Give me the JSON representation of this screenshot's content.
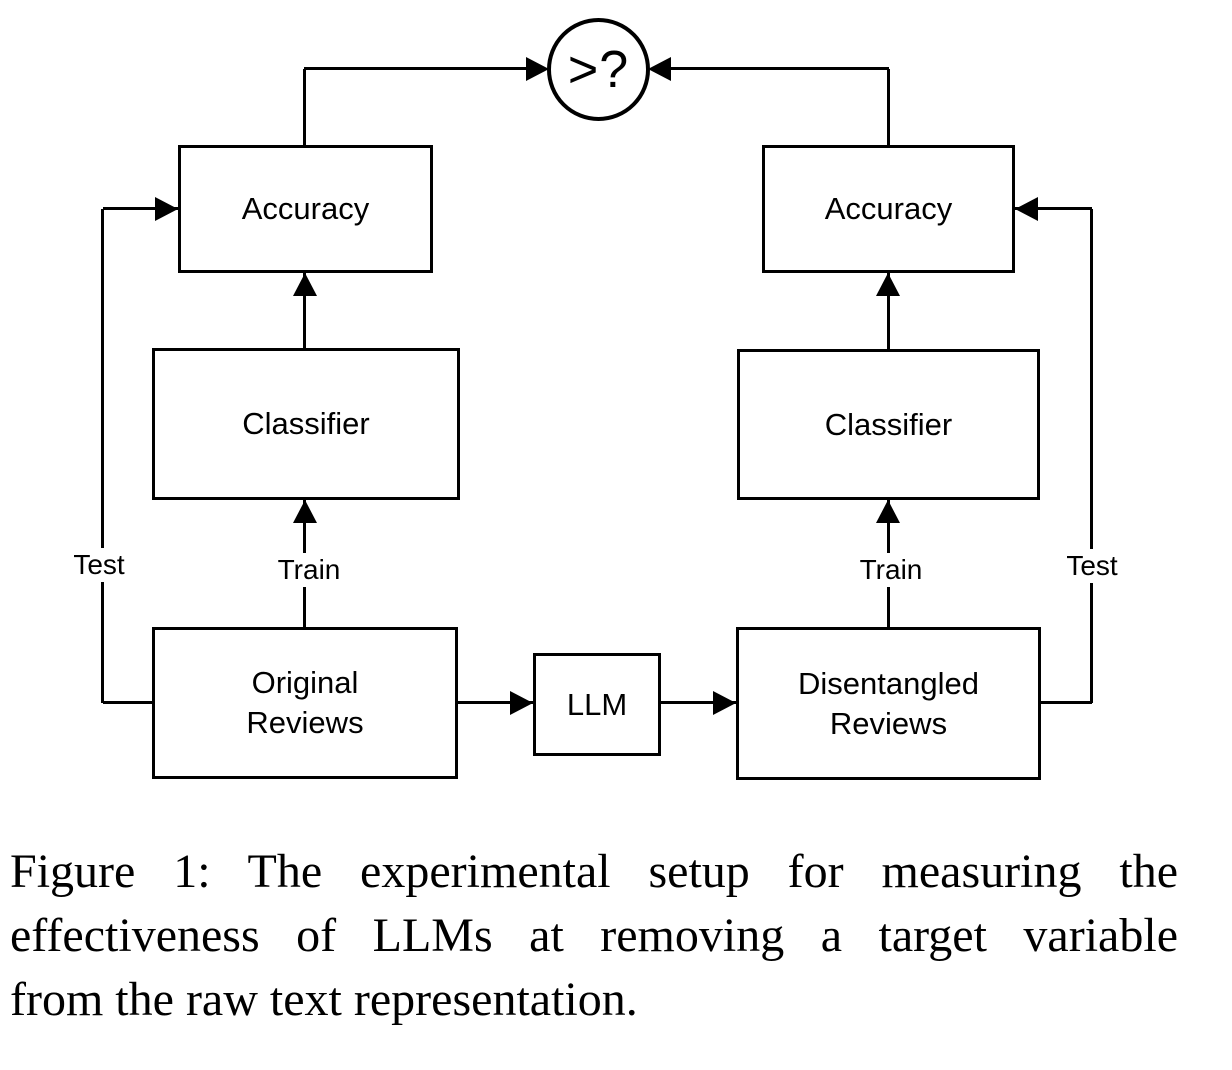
{
  "figure": {
    "comparator_label": ">?",
    "nodes": {
      "accuracy_left": "Accuracy",
      "classifier_left": "Classifier",
      "original_line1": "Original",
      "original_line2": "Reviews",
      "llm": "LLM",
      "disentangled_line1": "Disentangled",
      "disentangled_line2": "Reviews",
      "classifier_right": "Classifier",
      "accuracy_right": "Accuracy"
    },
    "edge_labels": {
      "test_left": "Test",
      "train_left": "Train",
      "train_right": "Train",
      "test_right": "Test"
    }
  },
  "caption": {
    "line1": "Figure 1:  The experimental setup for measuring the",
    "line2": "effectiveness of LLMs at removing a target variable",
    "line3": "from the raw text representation."
  },
  "colors": {
    "stroke": "#000000",
    "background": "#ffffff",
    "text": "#000000"
  }
}
